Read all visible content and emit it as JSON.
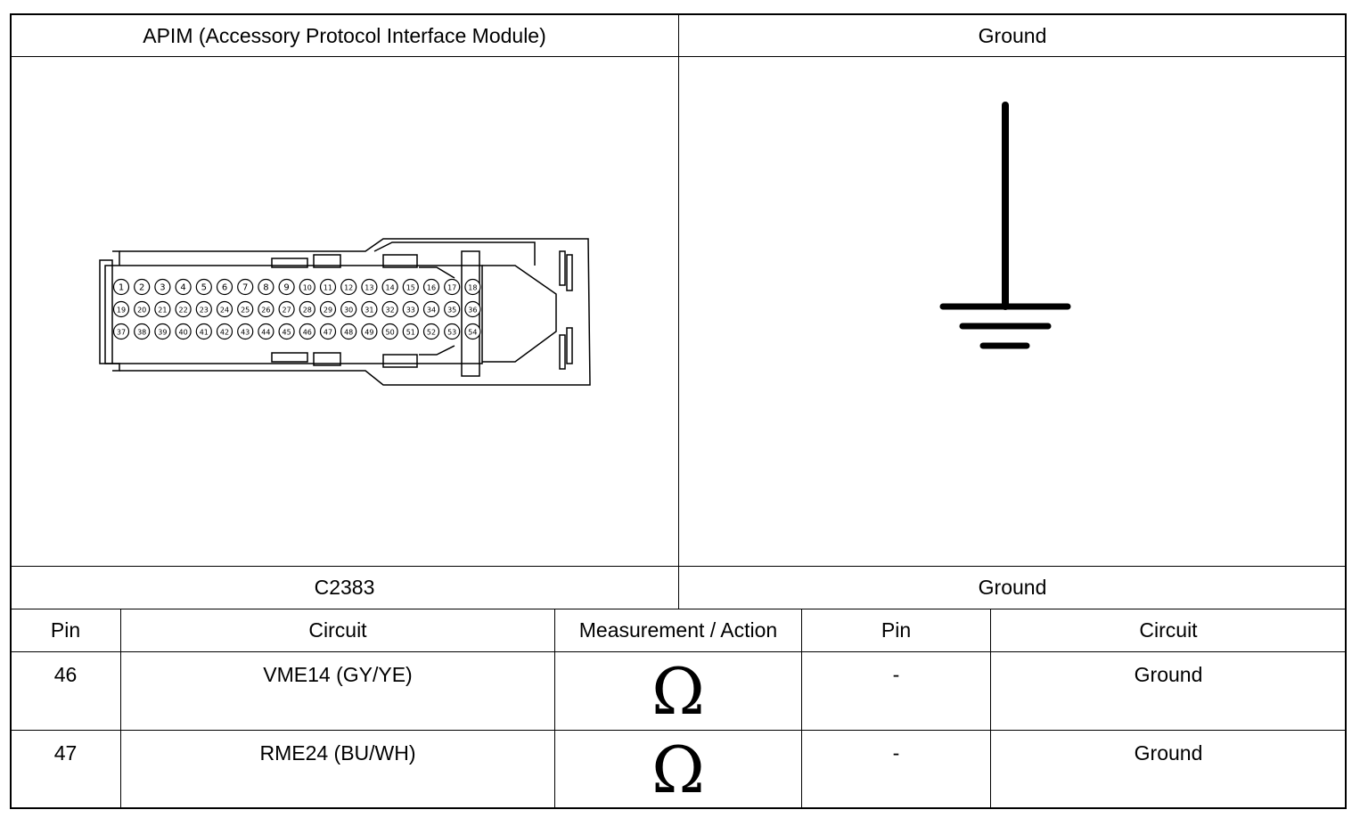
{
  "header": {
    "left_title": "APIM (Accessory Protocol Interface Module)",
    "right_title": "Ground"
  },
  "connector": {
    "name": "C2383",
    "pin_labels": {
      "row1": [
        "1",
        "2",
        "3",
        "4",
        "5",
        "6",
        "7",
        "8",
        "9",
        "10",
        "11",
        "12",
        "13",
        "14",
        "15",
        "16",
        "17",
        "18"
      ],
      "row2": [
        "19",
        "20",
        "21",
        "22",
        "23",
        "24",
        "25",
        "26",
        "27",
        "28",
        "29",
        "30",
        "31",
        "32",
        "33",
        "34",
        "35",
        "36"
      ],
      "row3": [
        "37",
        "38",
        "39",
        "40",
        "41",
        "42",
        "43",
        "44",
        "45",
        "46",
        "47",
        "48",
        "49",
        "50",
        "51",
        "52",
        "53",
        "54"
      ]
    }
  },
  "ground_label": "Ground",
  "table": {
    "headers": [
      "Pin",
      "Circuit",
      "Measurement / Action",
      "Pin",
      "Circuit"
    ],
    "rows": [
      {
        "pin": "46",
        "circuit": "VME14 (GY/YE)",
        "action": "Ω",
        "pin2": "-",
        "circuit2": "Ground"
      },
      {
        "pin": "47",
        "circuit": "RME24 (BU/WH)",
        "action": "Ω",
        "pin2": "-",
        "circuit2": "Ground"
      }
    ]
  }
}
